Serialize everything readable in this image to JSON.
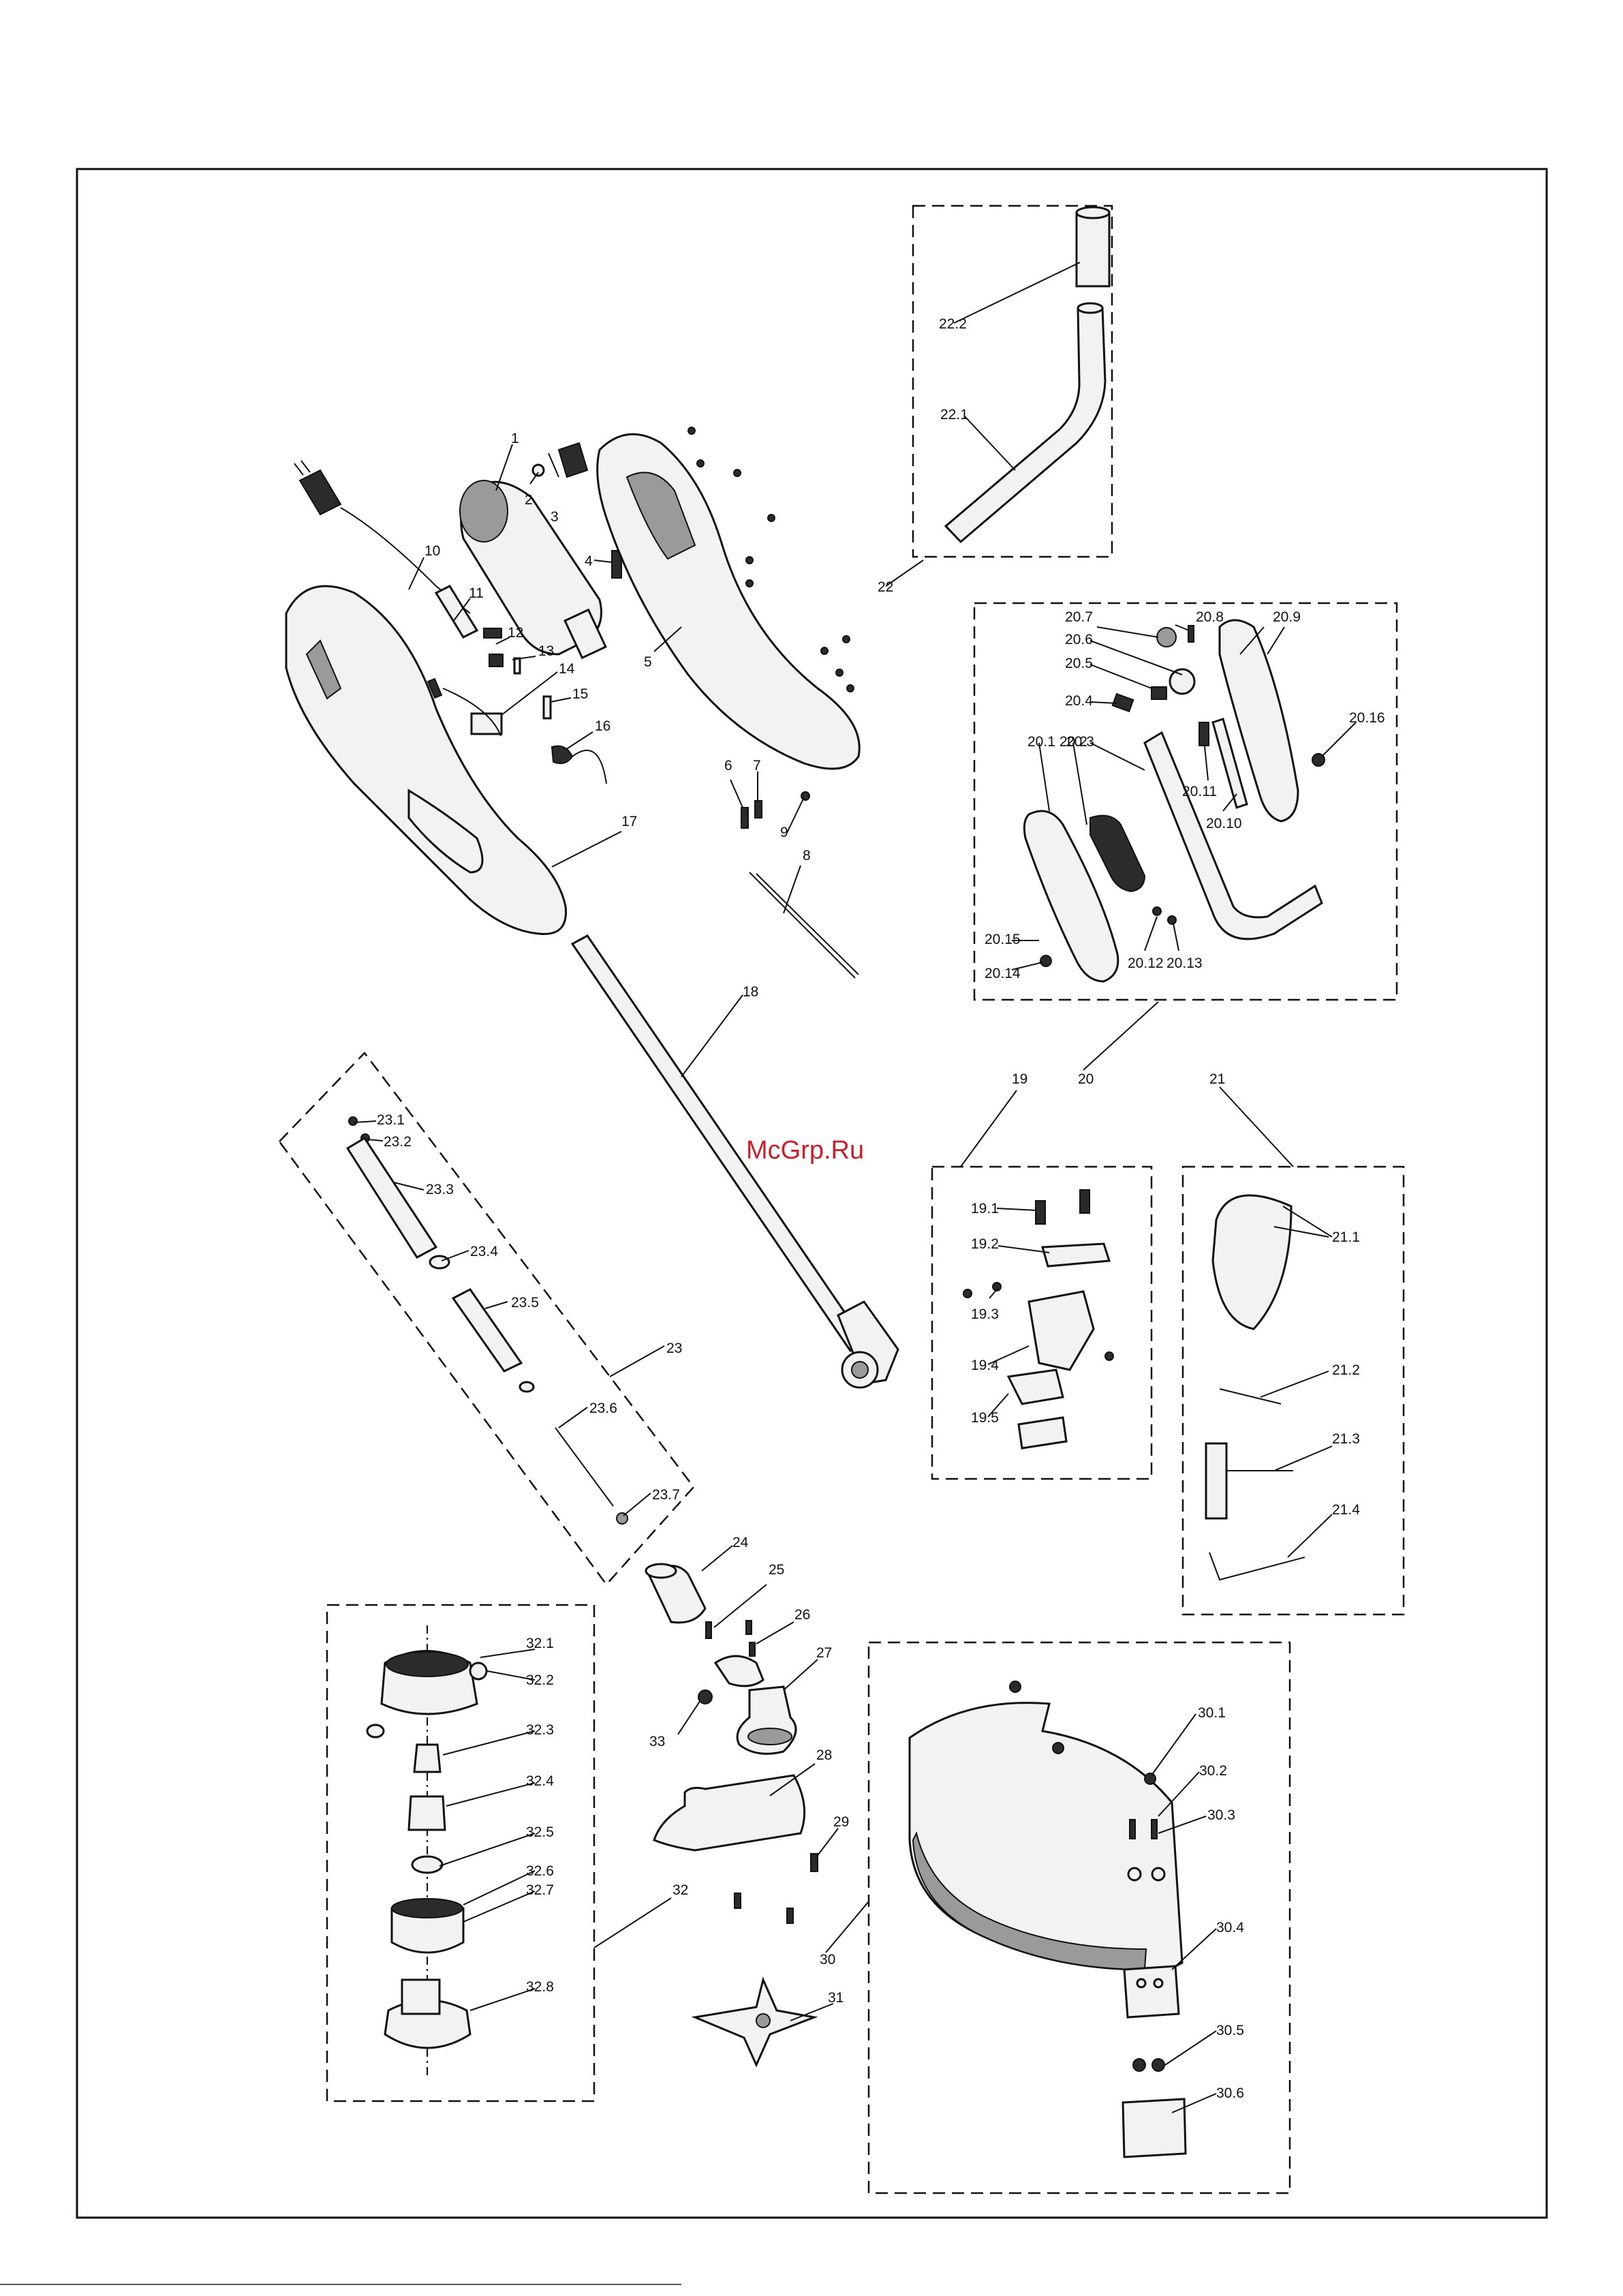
{
  "watermark": "McGrp.Ru",
  "groups": [
    {
      "id": "22",
      "parts": [
        "22.1",
        "22.2"
      ]
    },
    {
      "id": "20",
      "parts": [
        "20.1",
        "20.2",
        "20.3",
        "20.4",
        "20.5",
        "20.6",
        "20.7",
        "20.8",
        "20.9",
        "20.10",
        "20.11",
        "20.12",
        "20.13",
        "20.14",
        "20.15",
        "20.16"
      ]
    },
    {
      "id": "19",
      "parts": [
        "19.1",
        "19.2",
        "19.3",
        "19.4",
        "19.5"
      ]
    },
    {
      "id": "21",
      "parts": [
        "21.1",
        "21.2",
        "21.3",
        "21.4"
      ]
    },
    {
      "id": "23",
      "parts": [
        "23.1",
        "23.2",
        "23.3",
        "23.4",
        "23.5",
        "23.6",
        "23.7"
      ]
    },
    {
      "id": "32",
      "parts": [
        "32.1",
        "32.2",
        "32.3",
        "32.4",
        "32.5",
        "32.6",
        "32.7",
        "32.8"
      ]
    },
    {
      "id": "30",
      "parts": [
        "30.1",
        "30.2",
        "30.3",
        "30.4",
        "30.5",
        "30.6"
      ]
    }
  ],
  "labels": {
    "p1": "1",
    "p2": "2",
    "p3": "3",
    "p4": "4",
    "p5": "5",
    "p6": "6",
    "p7": "7",
    "p8": "8",
    "p9": "9",
    "p10": "10",
    "p11": "11",
    "p12": "12",
    "p13": "13",
    "p14": "14",
    "p15": "15",
    "p16": "16",
    "p17": "17",
    "p18": "18",
    "p19": "19",
    "p20": "20",
    "p21": "21",
    "p22": "22",
    "p23": "23",
    "p24": "24",
    "p25": "25",
    "p26": "26",
    "p27": "27",
    "p28": "28",
    "p29": "29",
    "p30": "30",
    "p31": "31",
    "p32": "32",
    "p33": "33",
    "p22_1": "22.1",
    "p22_2": "22.2",
    "p20_1": "20.1",
    "p20_2": "20.2",
    "p20_3": "20.3",
    "p20_4": "20.4",
    "p20_5": "20.5",
    "p20_6": "20.6",
    "p20_7": "20.7",
    "p20_8": "20.8",
    "p20_9": "20.9",
    "p20_10": "20.10",
    "p20_11": "20.11",
    "p20_12": "20.12",
    "p20_13": "20.13",
    "p20_14": "20.14",
    "p20_15": "20.15",
    "p20_16": "20.16",
    "p19_1": "19.1",
    "p19_2": "19.2",
    "p19_3": "19.3",
    "p19_4": "19.4",
    "p19_5": "19.5",
    "p21_1": "21.1",
    "p21_2": "21.2",
    "p21_3": "21.3",
    "p21_4": "21.4",
    "p23_1": "23.1",
    "p23_2": "23.2",
    "p23_3": "23.3",
    "p23_4": "23.4",
    "p23_5": "23.5",
    "p23_6": "23.6",
    "p23_7": "23.7",
    "p32_1": "32.1",
    "p32_2": "32.2",
    "p32_3": "32.3",
    "p32_4": "32.4",
    "p32_5": "32.5",
    "p32_6": "32.6",
    "p32_7": "32.7",
    "p32_8": "32.8",
    "p30_1": "30.1",
    "p30_2": "30.2",
    "p30_3": "30.3",
    "p30_4": "30.4",
    "p30_5": "30.5",
    "p30_6": "30.6"
  }
}
